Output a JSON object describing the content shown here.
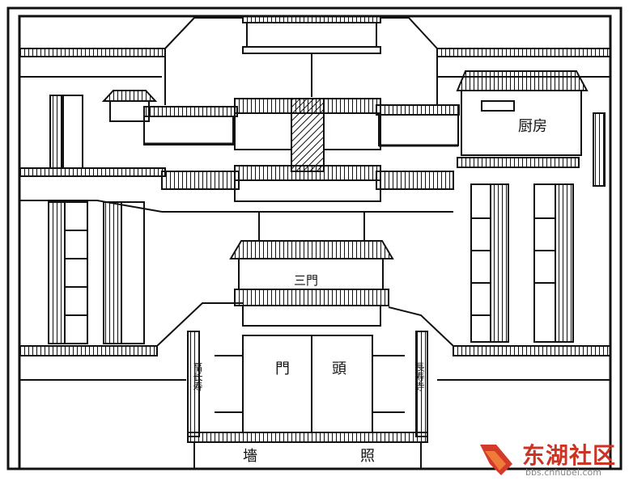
{
  "labels": {
    "kitchen": "厨房",
    "third_gate": "三門",
    "main_gate": "門",
    "head_gate": "頭",
    "left_side": "畐长寿",
    "right_side": "長寿寺",
    "wall_left": "墻",
    "wall_right": "照"
  },
  "watermark": {
    "name": "东湖社区",
    "url": "bbs.cnhubei.com"
  },
  "colors": {
    "ink": "#111111",
    "paper": "#ffffff",
    "brand": "#cc3322"
  }
}
